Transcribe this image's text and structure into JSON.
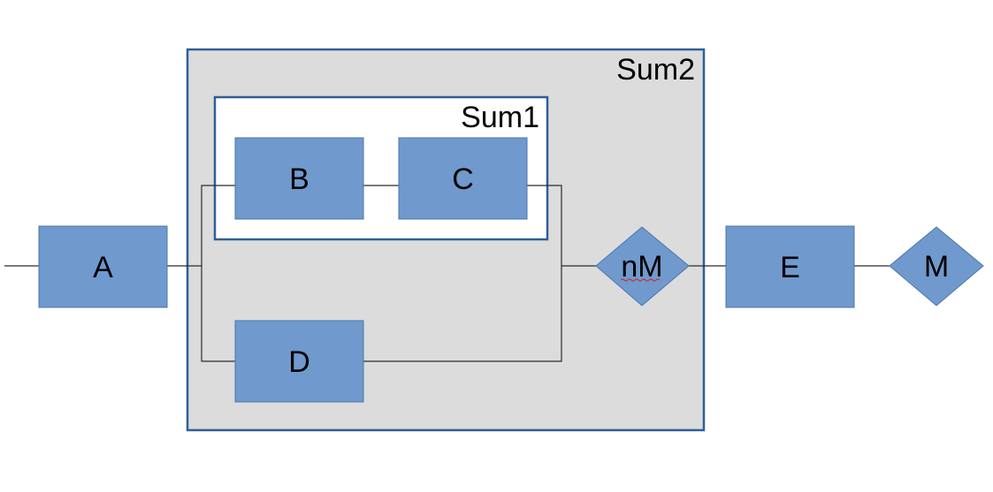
{
  "diagram": {
    "colors": {
      "block_fill": "#7099cd",
      "block_stroke": "#4a76ad",
      "group_fill": "#dcdcdc",
      "group_stroke": "#2f5f97",
      "inner_group_fill": "#ffffff",
      "line": "#2b2b2b",
      "text": "#000000",
      "spellcheck_underline": "#d21f1f"
    },
    "groups": {
      "sum2": {
        "label": "Sum2"
      },
      "sum1": {
        "label": "Sum1"
      }
    },
    "blocks": {
      "a": {
        "label": "A",
        "shape": "rectangle"
      },
      "b": {
        "label": "B",
        "shape": "rectangle"
      },
      "c": {
        "label": "C",
        "shape": "rectangle"
      },
      "d": {
        "label": "D",
        "shape": "rectangle"
      },
      "e": {
        "label": "E",
        "shape": "rectangle"
      },
      "nm": {
        "label": "nM",
        "shape": "diamond"
      },
      "m": {
        "label": "M",
        "shape": "diamond"
      }
    }
  }
}
